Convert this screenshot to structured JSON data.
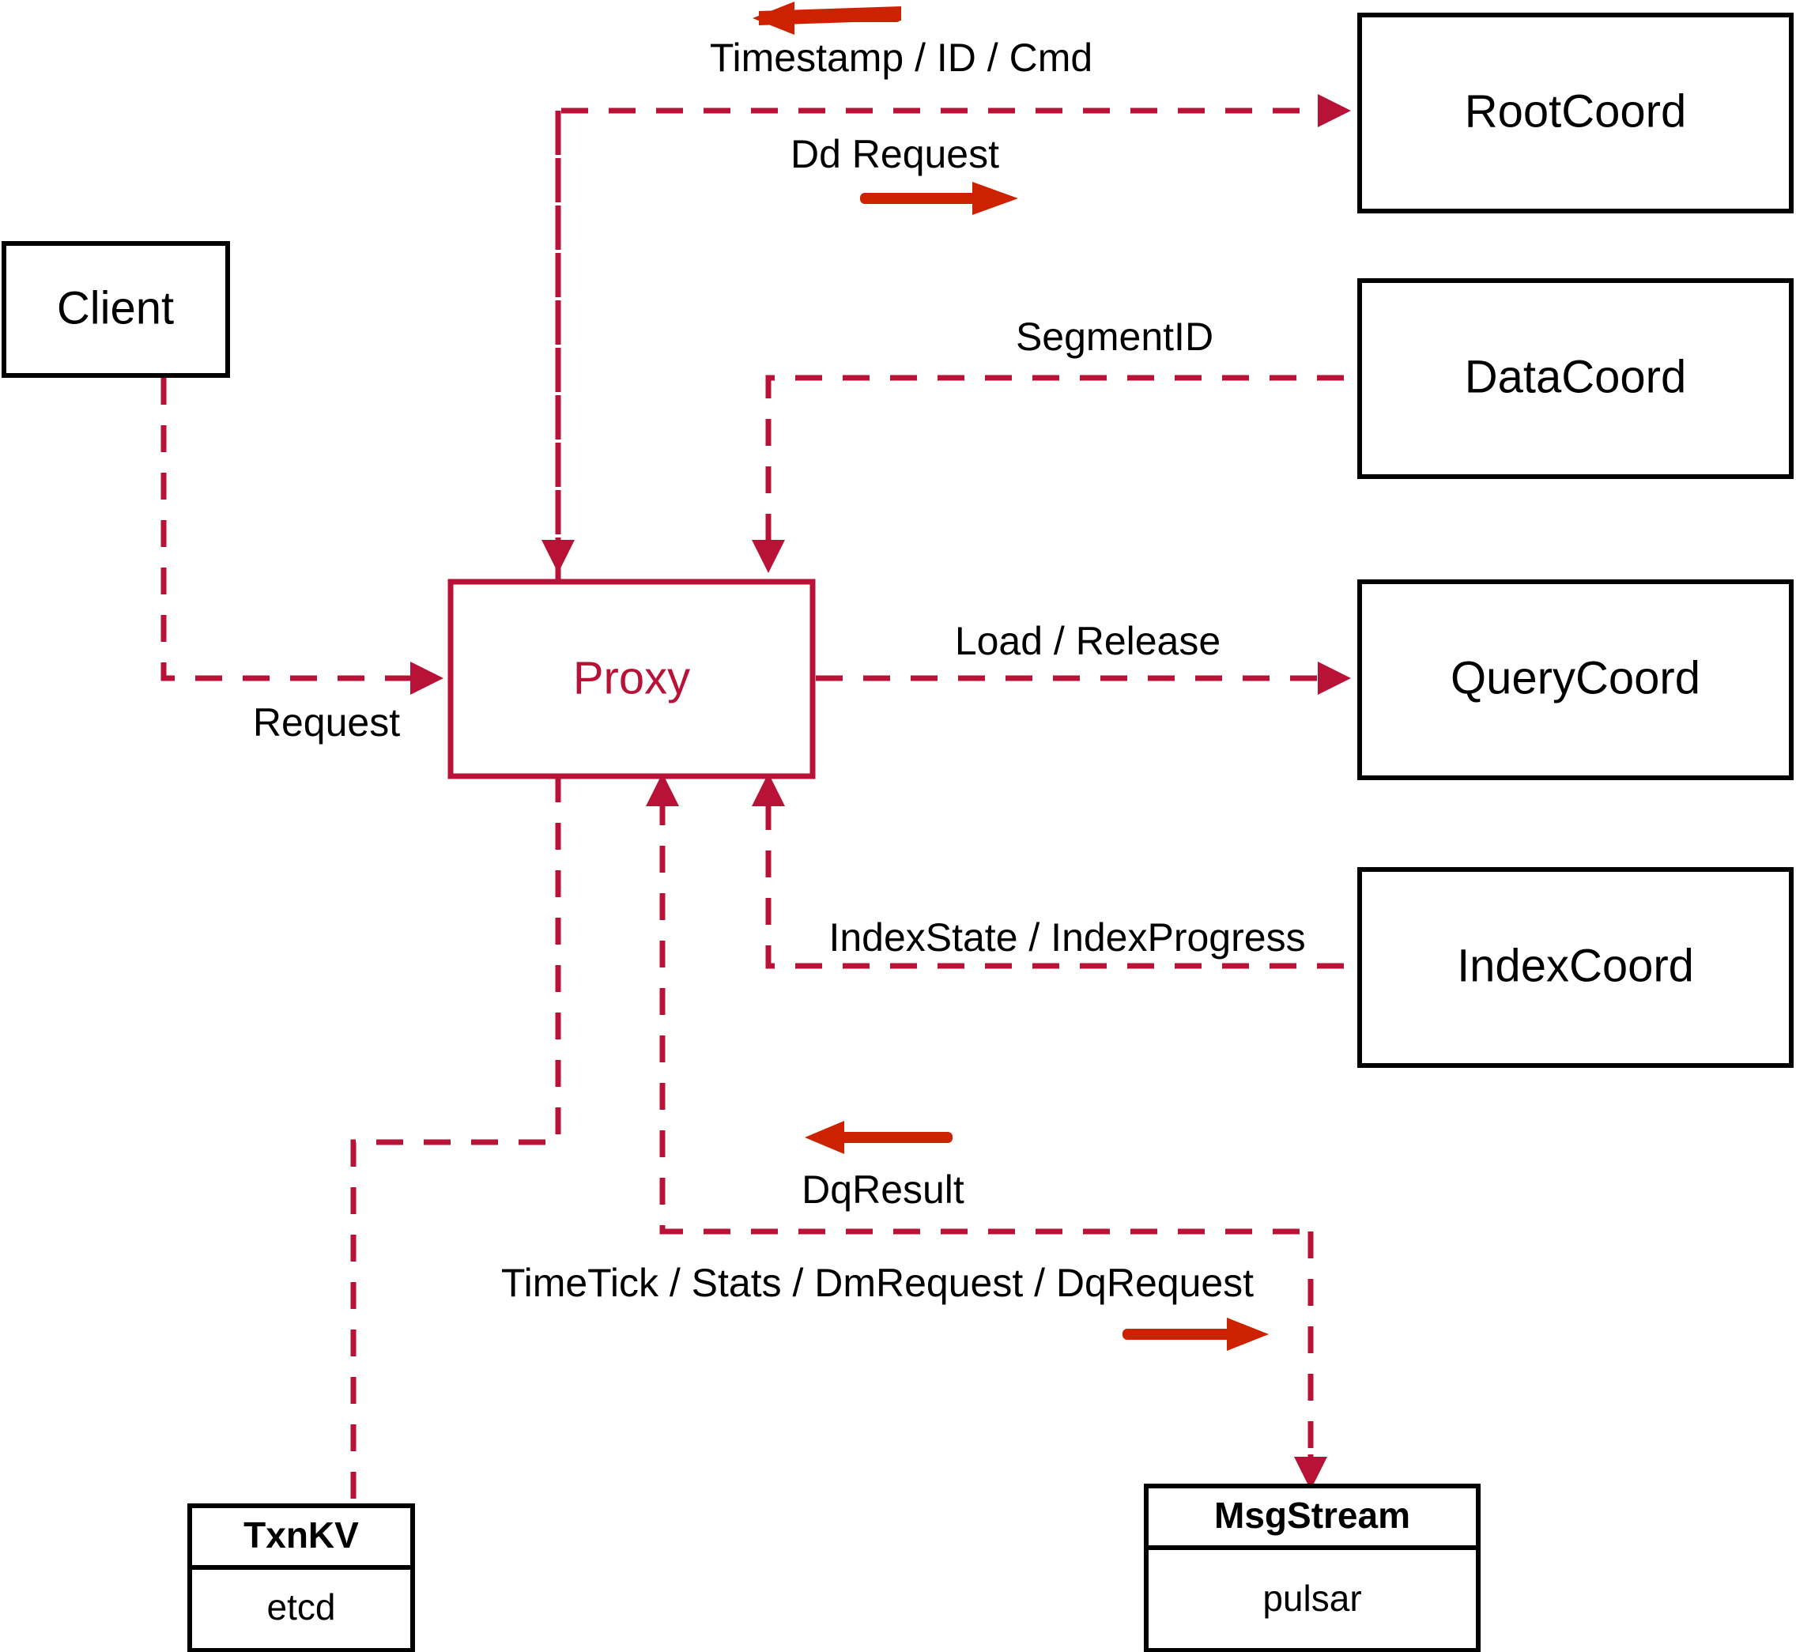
{
  "diagram": {
    "title": "Milvus Proxy interaction diagram",
    "accent_color": "#b81237",
    "arrow_color": "#cc2200",
    "box_color": "#000000"
  },
  "nodes": {
    "client": {
      "label": "Client"
    },
    "proxy": {
      "label": "Proxy"
    },
    "root_coord": {
      "label": "RootCoord"
    },
    "data_coord": {
      "label": "DataCoord"
    },
    "query_coord": {
      "label": "QueryCoord"
    },
    "index_coord": {
      "label": "IndexCoord"
    },
    "txnkv": {
      "title": "TxnKV",
      "body": "etcd"
    },
    "msgstream": {
      "title": "MsgStream",
      "body": "pulsar"
    }
  },
  "edge_labels": {
    "timestamp_id_cmd": "Timestamp / ID / Cmd",
    "dd_request": "Dd Request",
    "segment_id": "SegmentID",
    "request": "Request",
    "load_release": "Load / Release",
    "index_state_progress": "IndexState / IndexProgress",
    "dq_result": "DqResult",
    "timetick_stats": "TimeTick / Stats / DmRequest / DqRequest"
  }
}
